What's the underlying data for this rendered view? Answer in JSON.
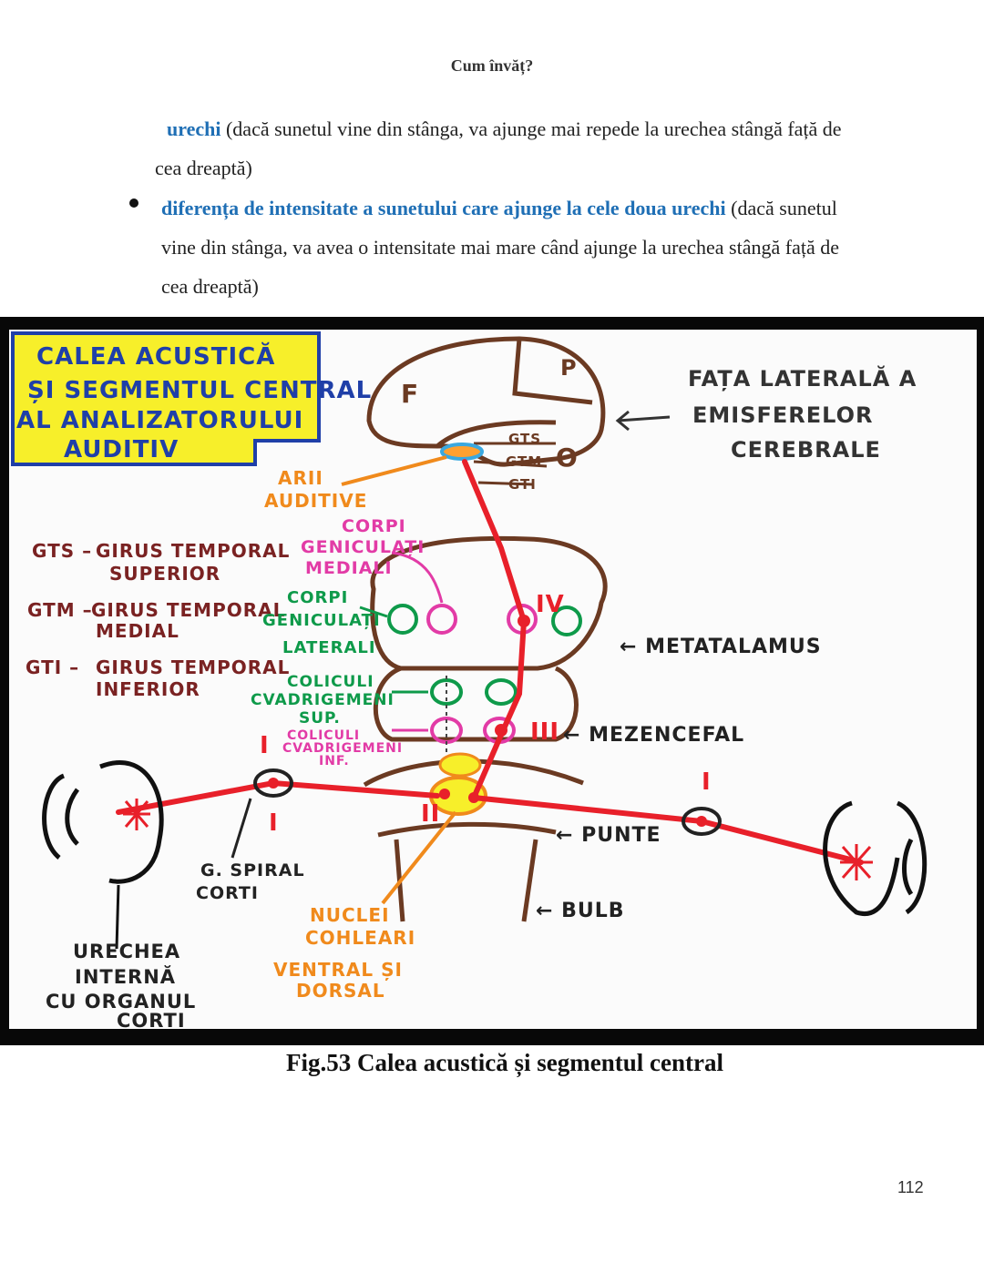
{
  "header": "Cum învăț?",
  "paragraph1": {
    "highlight": "urechi",
    "rest_line1": " (dacă sunetul vine din stânga, va ajunge mai repede la urechea stângă față de",
    "line2": "cea dreaptă)"
  },
  "bullet": {
    "highlight": "diferența de intensitate a sunetului care ajunge la cele doua urechi",
    "rest_line1": " (dacă sunetul",
    "line2": "vine din stânga, va avea o intensitate mai mare când ajunge la urechea stângă față de",
    "line3": "cea dreaptă)"
  },
  "figure": {
    "title_box": [
      "CALEA ACUSTICĂ",
      "ȘI SEGMENTUL CENTRAL",
      "AL ANALIZATORULUI",
      "AUDITIV"
    ],
    "lobes": {
      "f": "F",
      "p": "P",
      "o": "O",
      "gts": "GTS",
      "gtm": "GTM",
      "gti": "GTI"
    },
    "lateral_view": [
      "FAȚA LATERALĂ A",
      "EMISFERELOR",
      "CEREBRALE"
    ],
    "arii": [
      "ARII",
      "AUDITIVE"
    ],
    "legend": [
      {
        "abbr": "GTS –",
        "line1": "GIRUS TEMPORAL",
        "line2": "SUPERIOR"
      },
      {
        "abbr": "GTM –",
        "line1": "GIRUS TEMPORAL",
        "line2": "MEDIAL"
      },
      {
        "abbr": "GTI –",
        "line1": "GIRUS TEMPORAL",
        "line2": "INFERIOR"
      }
    ],
    "corpi_mediali": [
      "CORPI",
      "GENICULAȚI",
      "MEDIALI"
    ],
    "corpi_laterali": [
      "CORPI",
      "GENICULAȚI",
      "LATERALI"
    ],
    "coliculi_sup": [
      "COLICULI",
      "CVADRIGEMENI",
      "SUP."
    ],
    "coliculi_inf": [
      "COLICULI",
      "CVADRIGEMENI",
      "INF."
    ],
    "metatalamus": "← METATALAMUS",
    "mezencefal": "← MEZENCEFAL",
    "punte": "← PUNTE",
    "bulb": "← BULB",
    "ganglion": [
      "G. SPIRAL",
      "CORTI"
    ],
    "nuclei": [
      "NUCLEI",
      "COHLEARI",
      "VENTRAL ȘI",
      "DORSAL"
    ],
    "ureche": [
      "URECHEA",
      "INTERNĂ",
      "CU ORGANUL",
      "CORTI"
    ],
    "neurons": {
      "n1": "I",
      "n2": "II",
      "n3": "III",
      "n4": "IV"
    },
    "colors": {
      "red": "#e8202a",
      "brown": "#6b3a22",
      "green": "#0e9a4a",
      "pink": "#e23ba6",
      "orange": "#f08a1c",
      "yellow": "#f7ef2a",
      "blue": "#1f3fa8",
      "dark": "#222222"
    }
  },
  "caption": "Fig.53 Calea acustică și segmentul central",
  "page_number": "112"
}
